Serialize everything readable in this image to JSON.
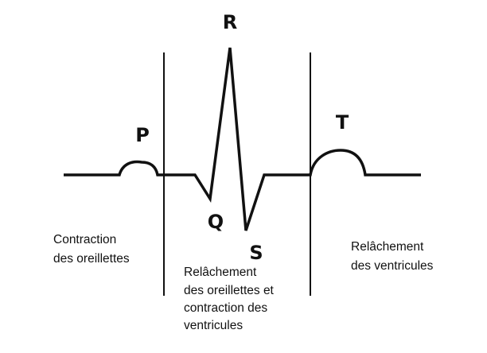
{
  "waves": {
    "p": "P",
    "q": "Q",
    "r": "R",
    "s": "S",
    "t": "T"
  },
  "phases": {
    "left": [
      "Contraction",
      "des oreillettes"
    ],
    "middle": [
      "Relâchement",
      "des oreillettes et",
      "contraction des",
      "ventricules"
    ],
    "right": [
      "Relâchement",
      "des ventricules"
    ]
  },
  "colors": {
    "stroke": "#111111",
    "background": "#ffffff"
  }
}
